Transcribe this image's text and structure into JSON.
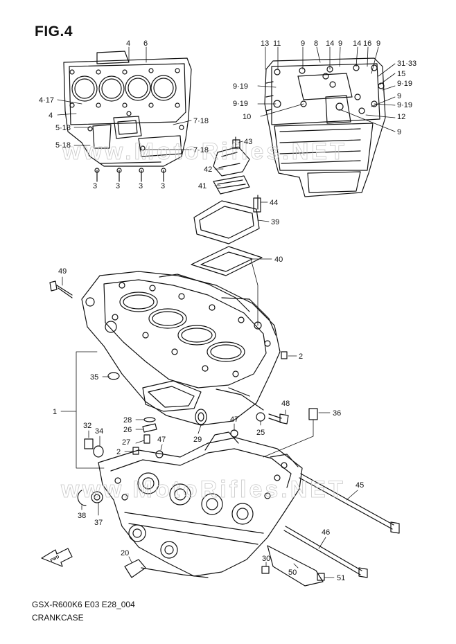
{
  "figure": {
    "title": "FIG.4",
    "model_code": "GSX-R600K6 E03 E28_004",
    "part_name": "CRANKCASE"
  },
  "watermark": {
    "text": "www.MotoRifles.NET"
  },
  "direction_marker": {
    "text": "FWD"
  },
  "callouts": [
    {
      "id": "c4a",
      "label": "4"
    },
    {
      "id": "c6",
      "label": "6"
    },
    {
      "id": "c4-17",
      "label": "4·17"
    },
    {
      "id": "c4b",
      "label": "4"
    },
    {
      "id": "c5-18a",
      "label": "5·18"
    },
    {
      "id": "c5-18b",
      "label": "5·18"
    },
    {
      "id": "c3a",
      "label": "3"
    },
    {
      "id": "c3b",
      "label": "3"
    },
    {
      "id": "c3c",
      "label": "3"
    },
    {
      "id": "c3d",
      "label": "3"
    },
    {
      "id": "c7-18a",
      "label": "7·18"
    },
    {
      "id": "c7-18b",
      "label": "7·18"
    },
    {
      "id": "c13",
      "label": "13"
    },
    {
      "id": "c11",
      "label": "11"
    },
    {
      "id": "c9a",
      "label": "9"
    },
    {
      "id": "c8",
      "label": "8"
    },
    {
      "id": "c14a",
      "label": "14"
    },
    {
      "id": "c9b",
      "label": "9"
    },
    {
      "id": "c14b",
      "label": "14"
    },
    {
      "id": "c16",
      "label": "16"
    },
    {
      "id": "c9c",
      "label": "9"
    },
    {
      "id": "c31-33",
      "label": "31·33"
    },
    {
      "id": "c15",
      "label": "15"
    },
    {
      "id": "c9-19a",
      "label": "9·19"
    },
    {
      "id": "c9-19r1",
      "label": "9·19"
    },
    {
      "id": "c9-19b",
      "label": "9·19"
    },
    {
      "id": "c9d",
      "label": "9"
    },
    {
      "id": "c9-19r2",
      "label": "9·19"
    },
    {
      "id": "c10",
      "label": "10"
    },
    {
      "id": "c12",
      "label": "12"
    },
    {
      "id": "c9e",
      "label": "9"
    },
    {
      "id": "c43",
      "label": "43"
    },
    {
      "id": "c42",
      "label": "42"
    },
    {
      "id": "c41",
      "label": "41"
    },
    {
      "id": "c44",
      "label": "44"
    },
    {
      "id": "c39",
      "label": "39"
    },
    {
      "id": "c40",
      "label": "40"
    },
    {
      "id": "c49",
      "label": "49"
    },
    {
      "id": "c2a",
      "label": "2"
    },
    {
      "id": "c35",
      "label": "35"
    },
    {
      "id": "c1",
      "label": "1"
    },
    {
      "id": "c48",
      "label": "48"
    },
    {
      "id": "c36",
      "label": "36"
    },
    {
      "id": "c28",
      "label": "28"
    },
    {
      "id": "c26",
      "label": "26"
    },
    {
      "id": "c47a",
      "label": "47"
    },
    {
      "id": "c25",
      "label": "25"
    },
    {
      "id": "c29",
      "label": "29"
    },
    {
      "id": "c32",
      "label": "32"
    },
    {
      "id": "c34",
      "label": "34"
    },
    {
      "id": "c27",
      "label": "27"
    },
    {
      "id": "c47b",
      "label": "47"
    },
    {
      "id": "c2b",
      "label": "2"
    },
    {
      "id": "c45",
      "label": "45"
    },
    {
      "id": "c38",
      "label": "38"
    },
    {
      "id": "c37",
      "label": "37"
    },
    {
      "id": "c46",
      "label": "46"
    },
    {
      "id": "c20",
      "label": "20"
    },
    {
      "id": "c30",
      "label": "30"
    },
    {
      "id": "c50",
      "label": "50"
    },
    {
      "id": "c51",
      "label": "51"
    }
  ]
}
